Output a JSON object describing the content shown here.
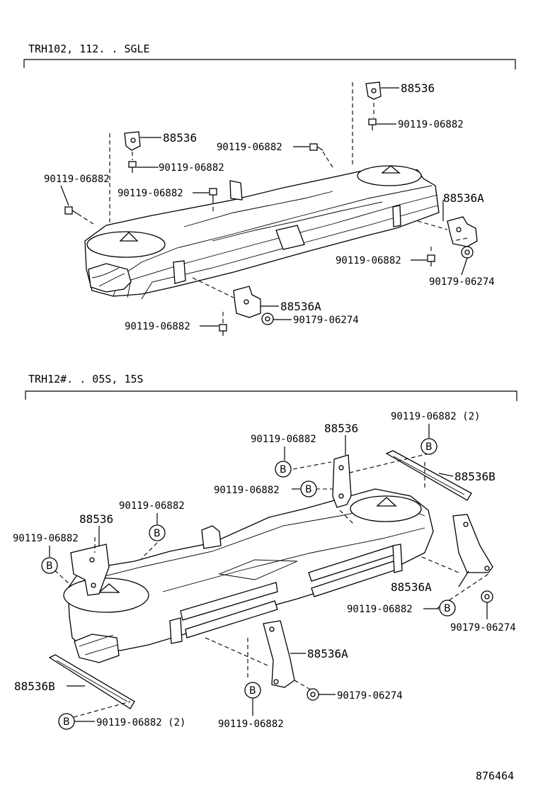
{
  "sections": [
    {
      "title": "TRH102, 112. . SGLE",
      "labels": {
        "bracket_top_right": "88536",
        "bolt_top_right": "90119-06882",
        "bracket_top_left": "88536",
        "bolt_top_left": "90119-06882",
        "bolt_mid_top": "90119-06882",
        "bolt_left": "90119-06882",
        "bolt_center_left": "90119-06882",
        "bracket_right": "88536A",
        "bolt_right": "90119-06882",
        "nut_right": "90179-06274",
        "bracket_bottom": "88536A",
        "nut_bottom": "90179-06274",
        "bolt_bottom": "90119-06882"
      }
    },
    {
      "title": "TRH12#. . 05S, 15S",
      "labels": {
        "bolt_top_right_2": "90119-06882 (2)",
        "bracket_top": "88536",
        "bolt_top_center": "90119-06882",
        "bolt_top_center_b": "90119-06882",
        "bar_right": "88536B",
        "bolt_left_upper": "90119-06882",
        "bracket_left": "88536",
        "bolt_left": "90119-06882",
        "bracket_right": "88536A",
        "bolt_right": "90119-06882",
        "nut_right": "90179-06274",
        "bracket_bottom": "88536A",
        "nut_bottom": "90179-06274",
        "bar_left": "88536B",
        "bolt_bottom_left": "90119-06882 (2)",
        "bolt_bottom_center": "90119-06882"
      },
      "callout_letter": "B"
    }
  ],
  "figure_number": "876464"
}
